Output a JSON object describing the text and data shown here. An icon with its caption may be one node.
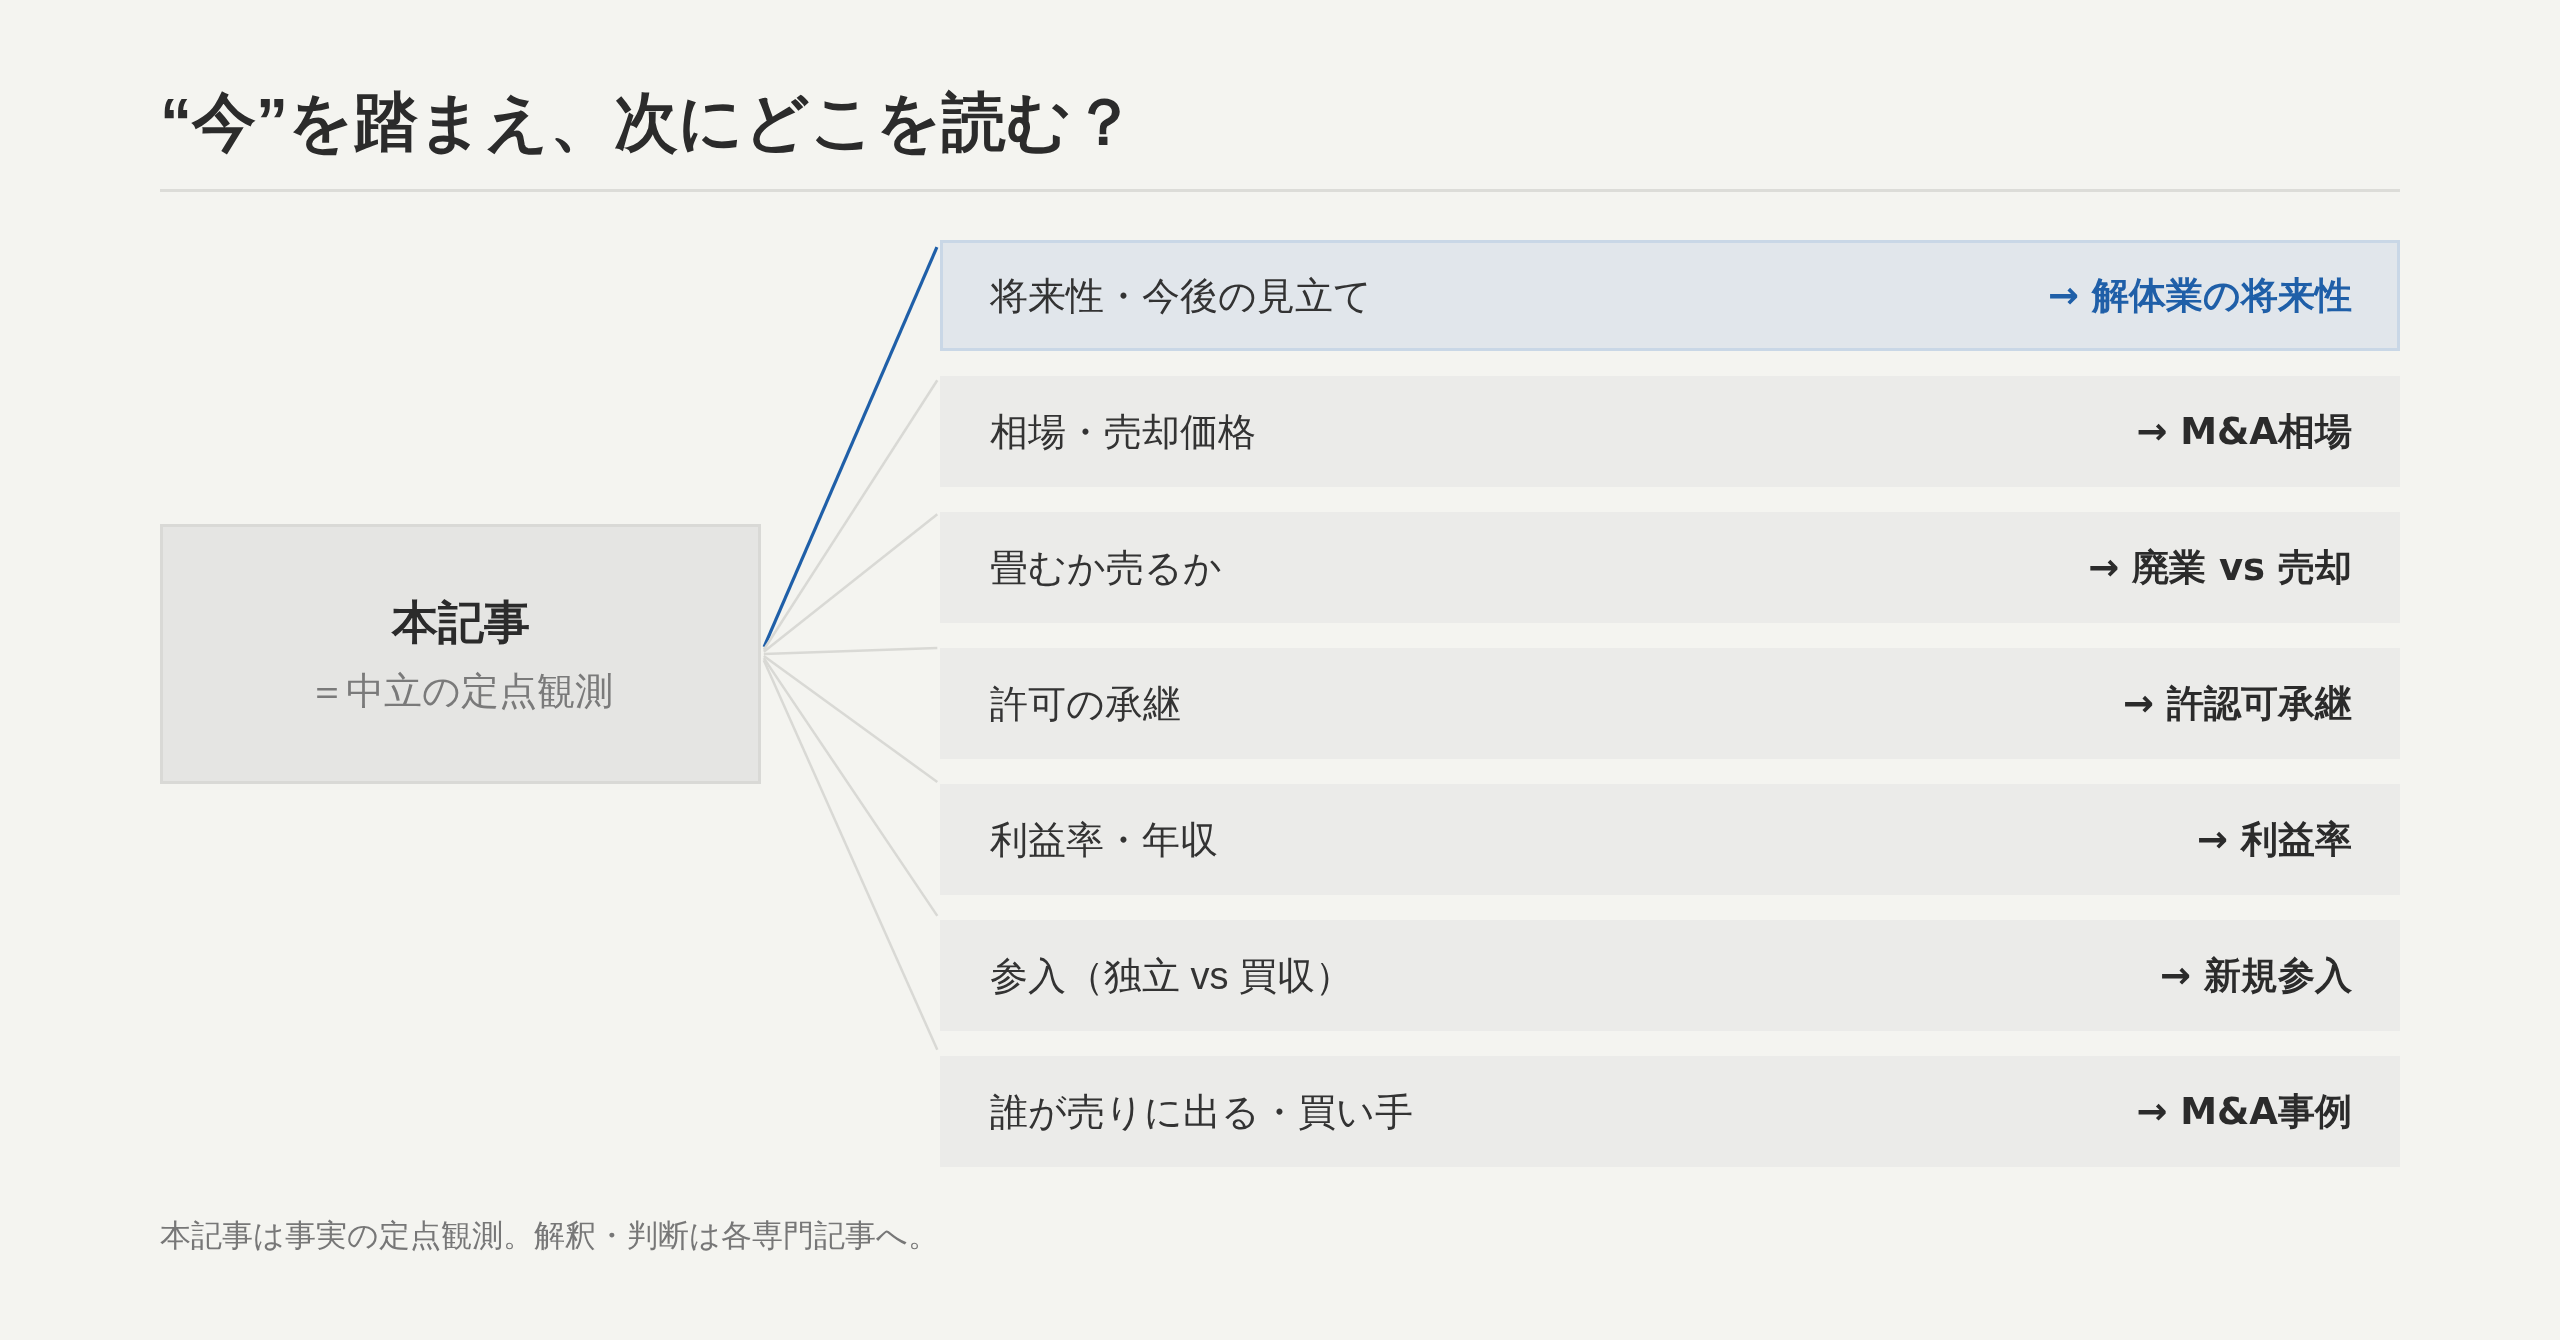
{
  "diagram": {
    "title": "“今”を踏まえ、次にどこを読む？",
    "caption": "本記事は事実の定点観測。解釈・判断は各専門記事へ。",
    "nodes": [
      {
        "text": [
          "本記事",
          "＝中立の定点観測"
        ]
      },
      {
        "text": [
          "将来性・今後の見立て",
          "→ 解体業の将来性"
        ]
      },
      {
        "text": [
          "相場・売却価格",
          "→ M&A相場"
        ]
      },
      {
        "text": [
          "畳むか売るか",
          "→ 廃業 vs 売却"
        ]
      },
      {
        "text": [
          "許可の承継",
          "→ 許認可承継"
        ]
      },
      {
        "text": [
          "利益率・年収",
          "→ 利益率"
        ]
      },
      {
        "text": [
          "参入（独立 vs 買収）",
          "→ 新規参入"
        ]
      },
      {
        "text": [
          "誰が売りに出る・買い手",
          "→ M&A事例"
        ]
      }
    ],
    "edges": [
      {
        "from": 0,
        "to": 1,
        "arrow": "none",
        "color": "#1f5fa8"
      },
      {
        "from": 0,
        "to": 2,
        "arrow": "none"
      },
      {
        "from": 0,
        "to": 3,
        "arrow": "none"
      },
      {
        "from": 0,
        "to": 4,
        "arrow": "none"
      },
      {
        "from": 0,
        "to": 5,
        "arrow": "none"
      },
      {
        "from": 0,
        "to": 6,
        "arrow": "none"
      },
      {
        "from": 0,
        "to": 7,
        "arrow": "none"
      }
    ]
  }
}
